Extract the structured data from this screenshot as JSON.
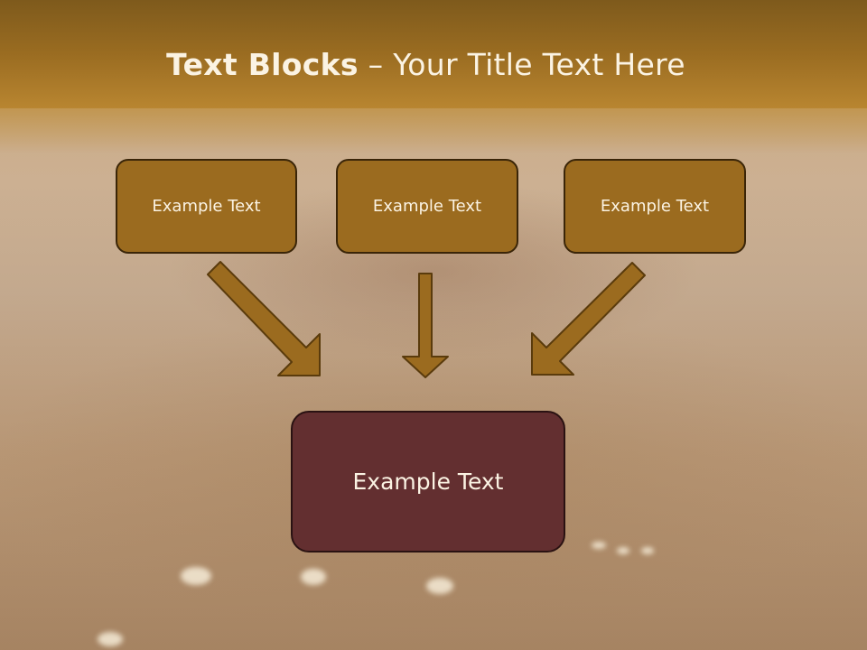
{
  "title": {
    "bold": "Text Blocks",
    "dash": "–",
    "rest": "Your Title Text Here"
  },
  "boxes": [
    {
      "label": "Example Text"
    },
    {
      "label": "Example Text"
    },
    {
      "label": "Example Text"
    }
  ],
  "main_box": {
    "label": "Example Text"
  },
  "colors": {
    "header": "#9a6c21",
    "box_fill": "#9b6b1f",
    "main_box_fill": "#632f30",
    "arrow_fill": "#9b6b1f",
    "text": "#fbf3e3"
  },
  "arrows": [
    {
      "from": "box-1",
      "to": "main-box"
    },
    {
      "from": "box-2",
      "to": "main-box"
    },
    {
      "from": "box-3",
      "to": "main-box"
    }
  ]
}
